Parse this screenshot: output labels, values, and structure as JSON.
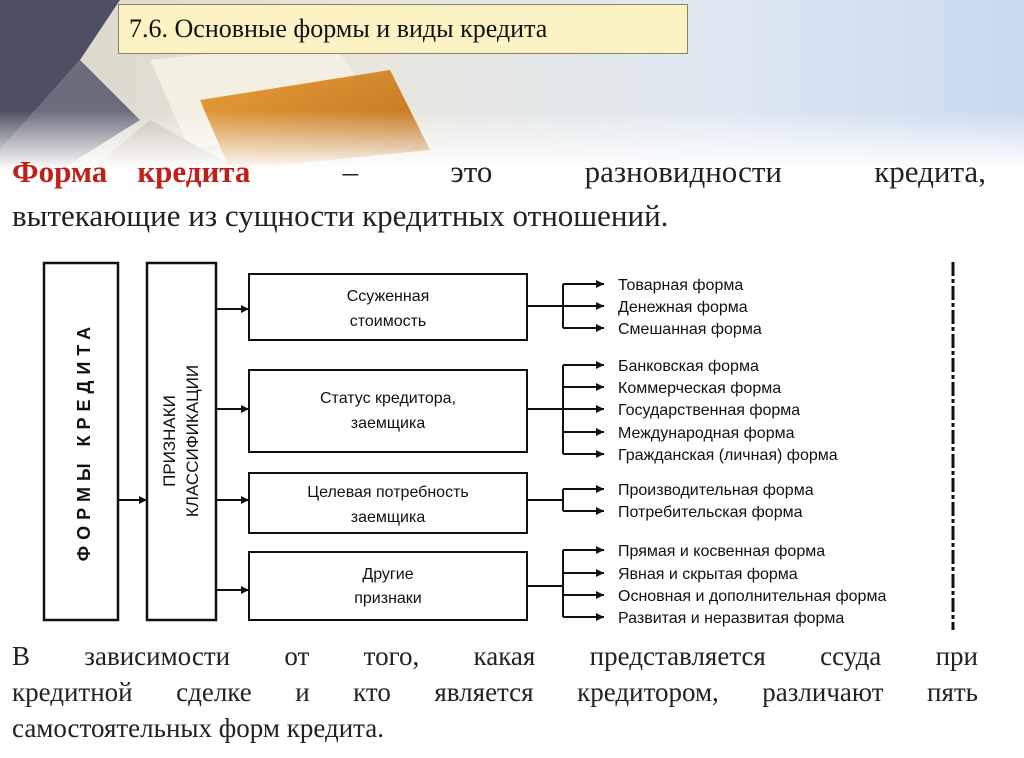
{
  "slide": {
    "title": "7.6. Основные формы и виды кредита",
    "definition": {
      "term_word1": "Форма",
      "term_word2": "кредита",
      "dash": "–",
      "w_this": "это",
      "w_variety": "разновидности",
      "w_credit": "кредита,",
      "line2": "вытекающие из сущности кредитных отношений."
    },
    "bottom": {
      "line1": "В зависимости от того, какая представляется ссуда при",
      "line2": "кредитной сделке и кто является кредитором, различают пять",
      "line3": "самостоятельных форм кредита."
    }
  },
  "diagram": {
    "root_label": "ФОРМЫ КРЕДИТА",
    "criteria_line1": "ПРИЗНАКИ",
    "criteria_line2": "КЛАССИФИКАЦИИ",
    "groups": [
      {
        "line1": "Ссуженная",
        "line2": "стоимость",
        "items": [
          "Товарная форма",
          "Денежная форма",
          "Смешанная форма"
        ]
      },
      {
        "line1": "Статус кредитора,",
        "line2": "заемщика",
        "items": [
          "Банковская форма",
          "Коммерческая форма",
          "Государственная форма",
          "Международная форма",
          "Гражданская (личная) форма"
        ]
      },
      {
        "line1": "Целевая потребность",
        "line2": "заемщика",
        "items": [
          "Производительная форма",
          "Потребительская форма"
        ]
      },
      {
        "line1": "Другие",
        "line2": "признаки",
        "items": [
          "Прямая и косвенная форма",
          "Явная и скрытая форма",
          "Основная и дополнительная форма",
          "Развитая и неразвитая форма"
        ]
      }
    ]
  }
}
